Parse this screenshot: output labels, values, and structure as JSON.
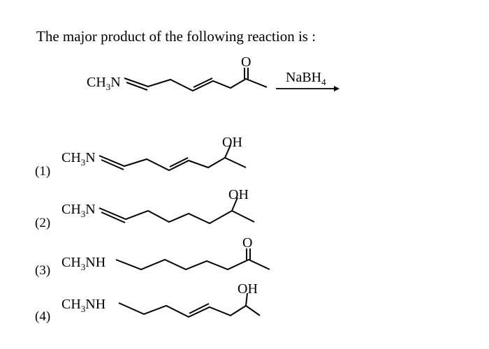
{
  "question": {
    "text": "The major product of the following reaction is :"
  },
  "reaction": {
    "reagent": "NaBH4",
    "reactant": {
      "left_group": "CH3N",
      "carbonyl_label": "O"
    }
  },
  "options": [
    {
      "number": "(1)",
      "left_group": "CH3N",
      "right_label": "OH"
    },
    {
      "number": "(2)",
      "left_group": "CH3N",
      "right_label": "OH"
    },
    {
      "number": "(3)",
      "left_group": "CH3NH",
      "right_label": "O"
    },
    {
      "number": "(4)",
      "left_group": "CH3NH",
      "right_label": "OH"
    }
  ]
}
